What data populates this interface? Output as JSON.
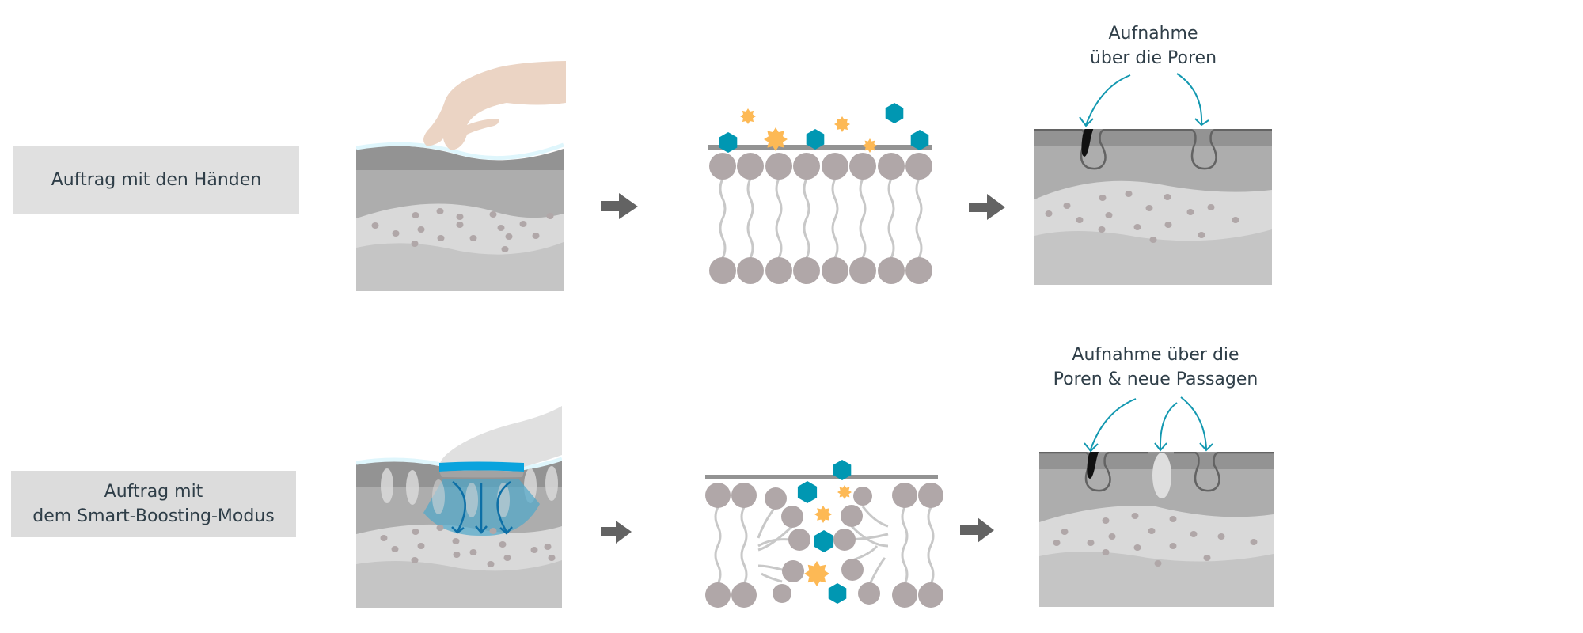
{
  "rows": [
    {
      "label": "Auftrag mit den Händen",
      "caption_lines": [
        "Aufnahme",
        "über die Poren"
      ]
    },
    {
      "label_lines": [
        "Auftrag mit",
        "dem Smart-Boosting-Modus"
      ],
      "caption_lines": [
        "Aufnahme über die",
        "Poren & neue Passagen"
      ]
    }
  ],
  "icons": {
    "step_arrow": "right-arrow-icon",
    "hand": "hand-icon",
    "device": "smart-boosting-device-icon",
    "active_ingredient_hex": "hexagon-molecule-icon",
    "active_ingredient_star": "star-molecule-icon"
  },
  "colors": {
    "teal": "#0097b2",
    "orange": "#fdb955",
    "lipid": "#b0a7a8",
    "text": "#2f3e48",
    "arrow": "#636363",
    "device_blue": "#0aa3dd"
  }
}
